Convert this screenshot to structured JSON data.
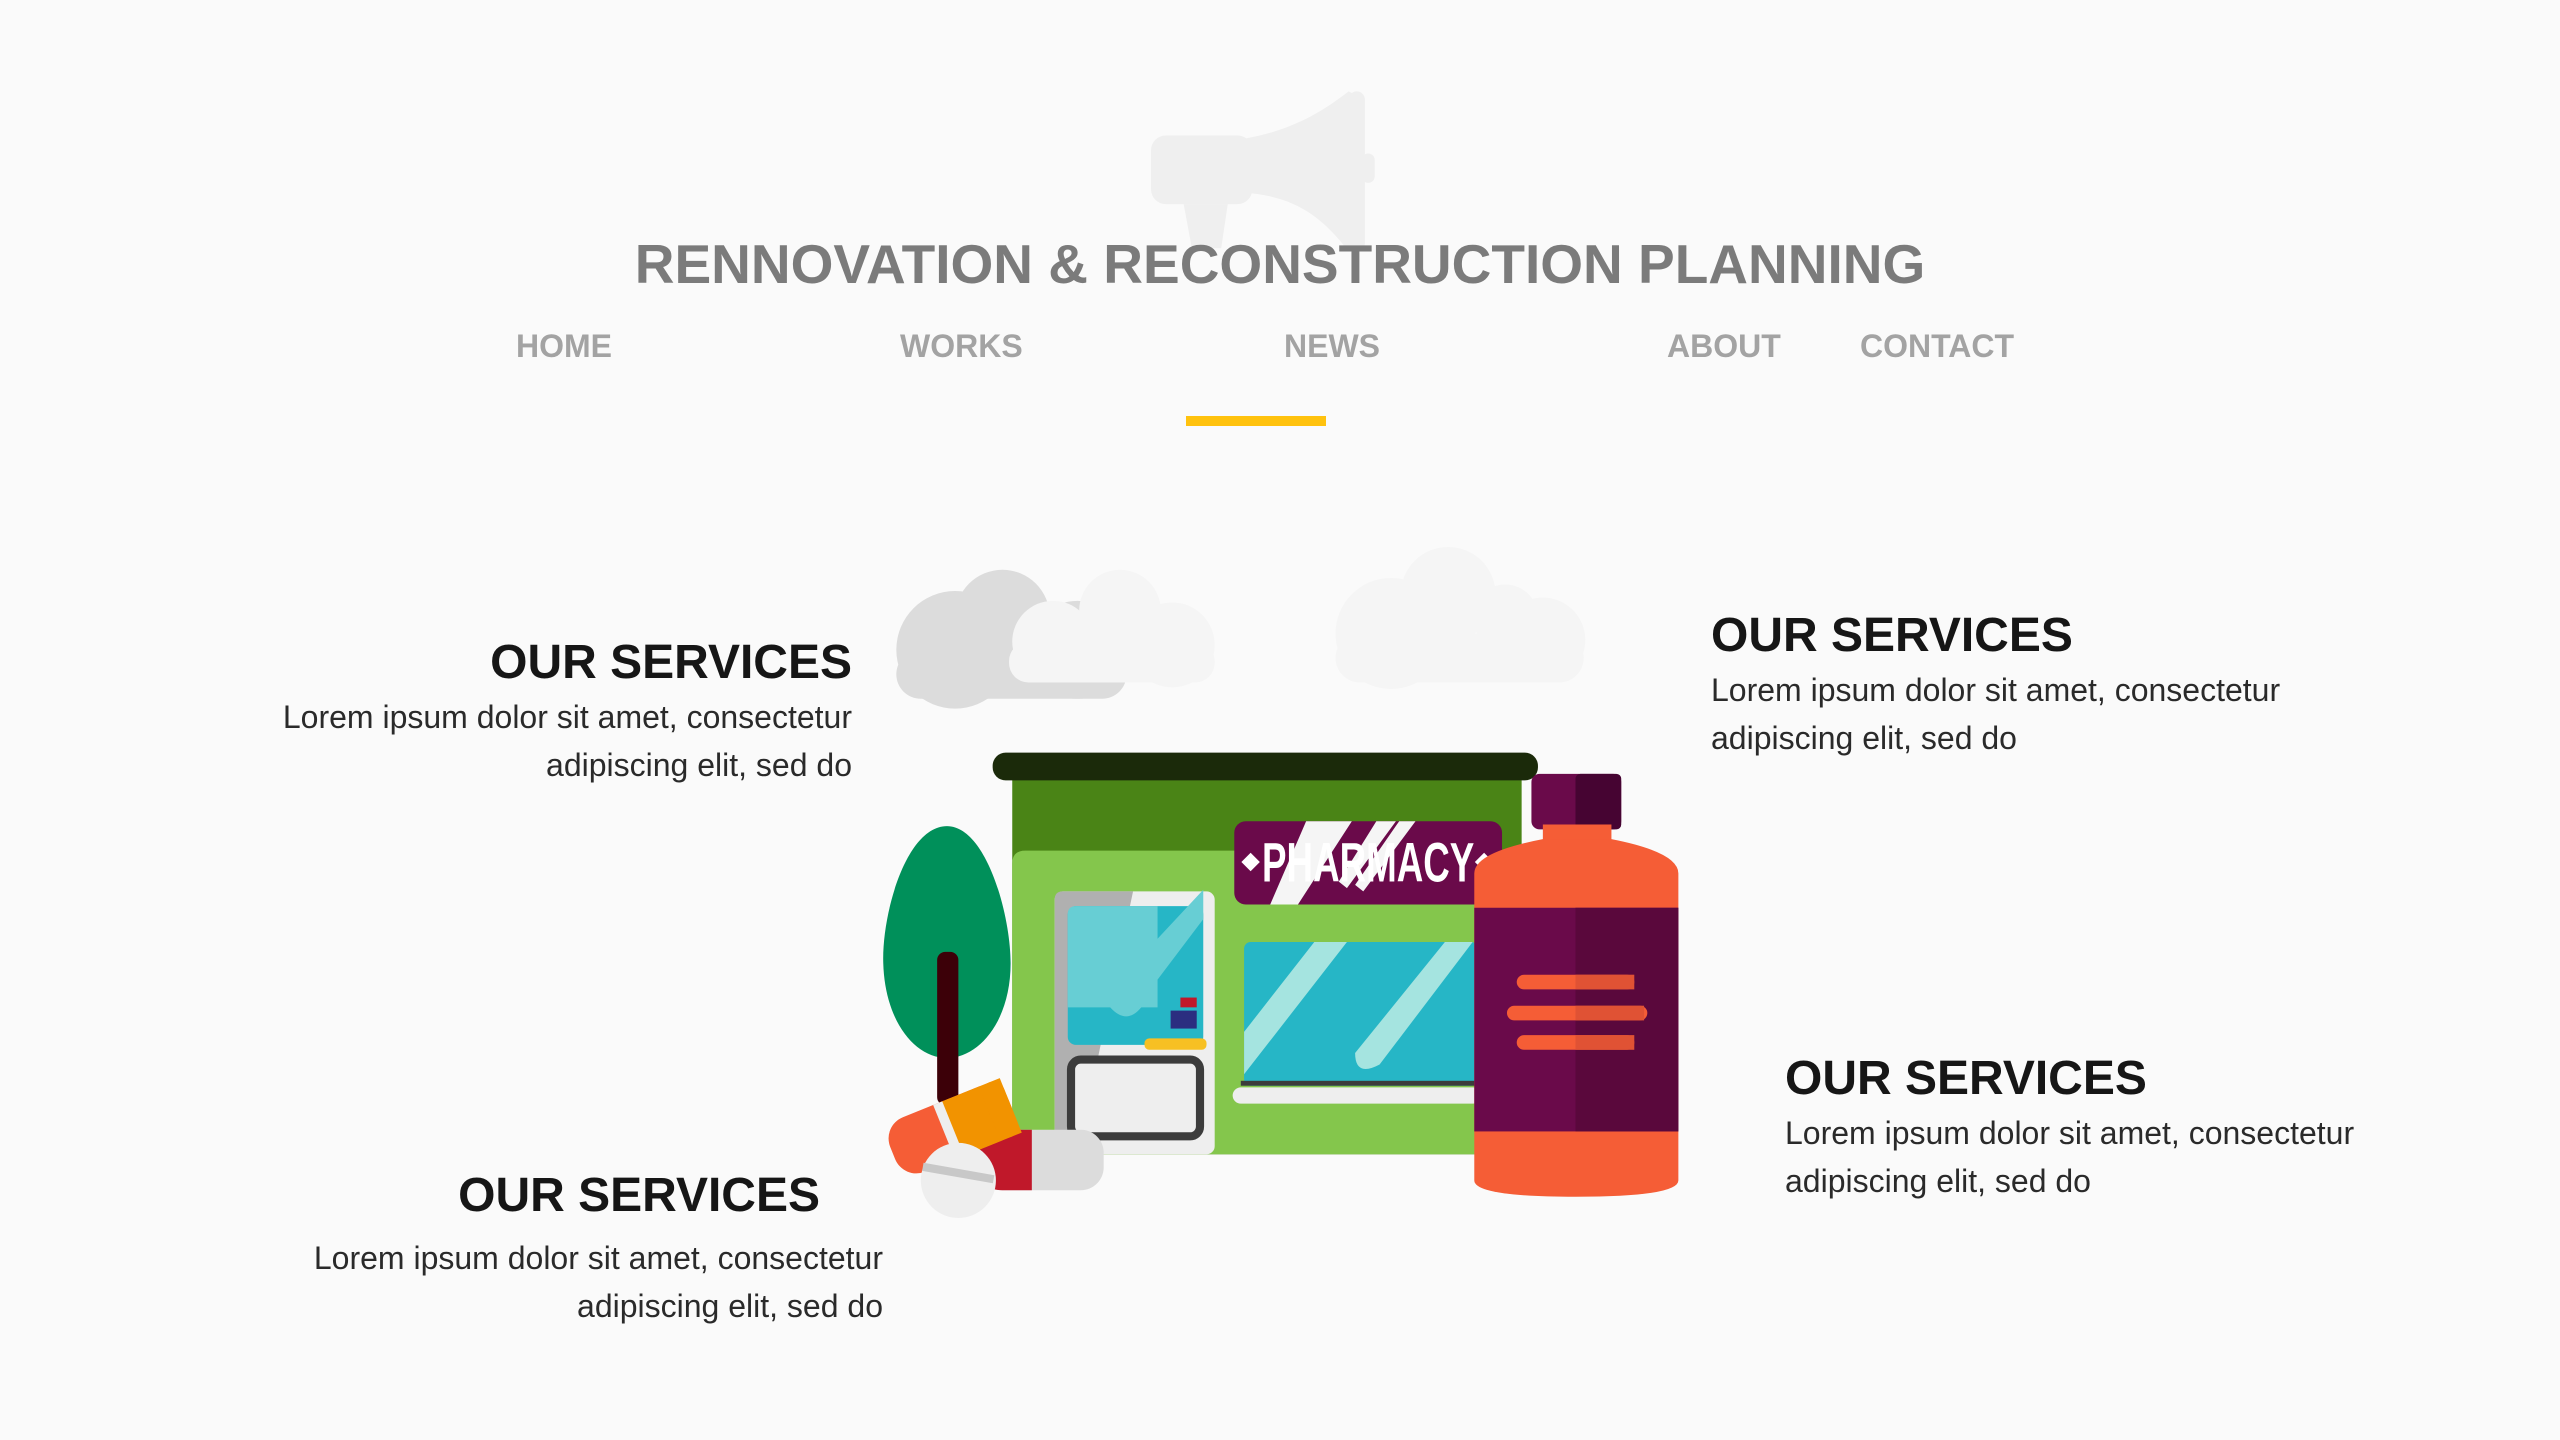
{
  "header": {
    "title": "RENNOVATION & RECONSTRUCTION PLANNING",
    "logo_icon": "megaphone-icon"
  },
  "nav": {
    "items": [
      {
        "label": "HOME"
      },
      {
        "label": "WORKS"
      },
      {
        "label": "NEWS",
        "active": true
      },
      {
        "label": "ABOUT"
      },
      {
        "label": "CONTACT"
      }
    ],
    "active_color": "#ffc20e"
  },
  "services": [
    {
      "heading": "OUR SERVICES",
      "line1": "Lorem ipsum dolor sit amet, consectetur",
      "line2": "adipiscing elit, sed do"
    },
    {
      "heading": "OUR SERVICES",
      "line1": "Lorem ipsum dolor sit amet, consectetur",
      "line2": "adipiscing elit, sed do"
    },
    {
      "heading": "OUR SERVICES",
      "line1": "Lorem ipsum dolor sit amet, consectetur",
      "line2": "adipiscing elit, sed do"
    },
    {
      "heading": "OUR SERVICES",
      "line1": "Lorem ipsum dolor sit amet, consectetur",
      "line2": "adipiscing elit, sed do"
    }
  ],
  "illustration": {
    "sign_text": "PHARMACY"
  }
}
